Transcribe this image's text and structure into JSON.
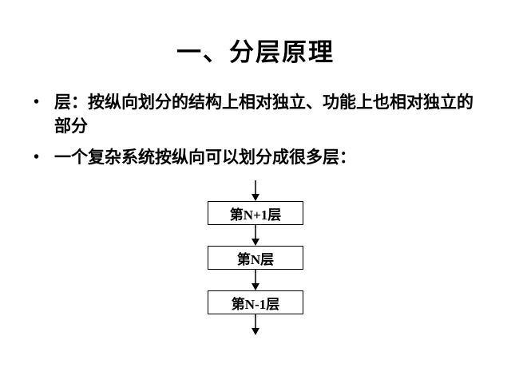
{
  "slide": {
    "title": "一、分层原理",
    "bullets": [
      "层：按纵向划分的结构上相对独立、功能上也相对独立的部分",
      "一个复杂系统按纵向可以划分成很多层："
    ]
  },
  "diagram": {
    "boxes": [
      "第N+1层",
      "第N层",
      "第N-1层"
    ]
  }
}
